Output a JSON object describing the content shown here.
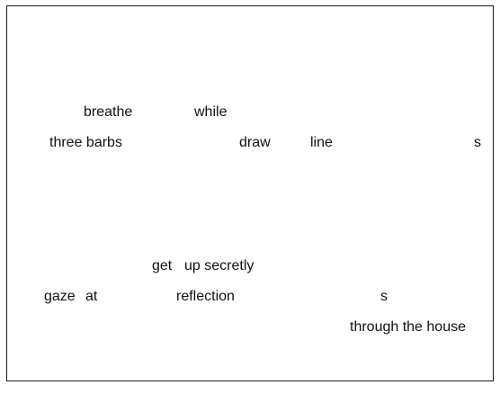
{
  "document": {
    "words": {
      "breathe": "breathe",
      "while": "while",
      "three_barbs": "three barbs",
      "draw": "draw",
      "line": "line",
      "s_first": "s",
      "get": "get",
      "up_secretly": "up secretly",
      "gaze": "gaze",
      "at": "at",
      "reflection": "reflection",
      "s_second": "s",
      "through_the_house": "through the house"
    }
  }
}
